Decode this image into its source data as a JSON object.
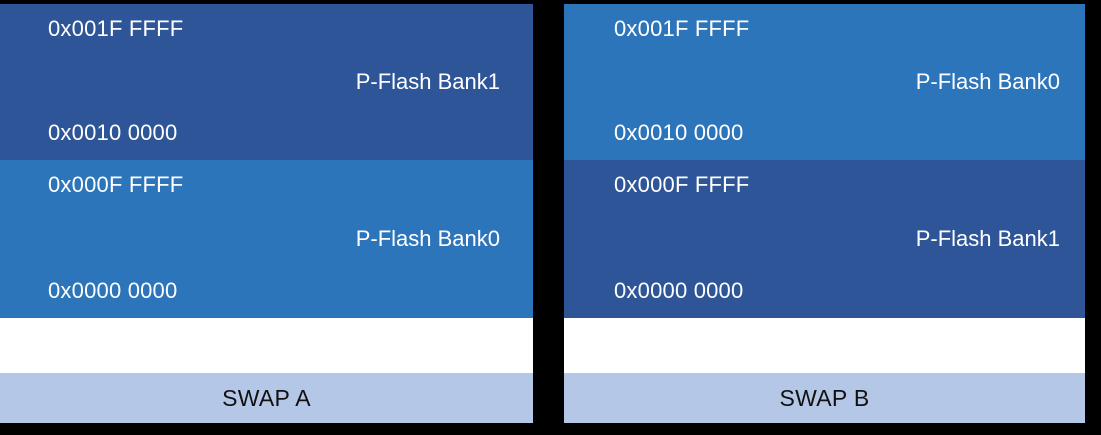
{
  "diagram": {
    "title_hidden": "",
    "colors": {
      "background": "#000000",
      "bank_dark_blue": "#2e5597",
      "bank_light_blue": "#2d75bb",
      "swap_bar": "#b4c7e7",
      "gap_white": "#ffffff",
      "address_text": "#ffffff",
      "swap_text": "#111111"
    },
    "panels": [
      {
        "id": "swap-a",
        "swap_label": "SWAP A",
        "blocks": [
          {
            "name": "P-Flash Bank1",
            "top_address": "0x001F FFFF",
            "bottom_address": "0x0010 0000",
            "color": "#2e5597"
          },
          {
            "name": "P-Flash Bank0",
            "top_address": "0x000F FFFF",
            "bottom_address": "0x0000 0000",
            "color": "#2d75bb"
          }
        ]
      },
      {
        "id": "swap-b",
        "swap_label": "SWAP B",
        "blocks": [
          {
            "name": "P-Flash Bank0",
            "top_address": "0x001F FFFF",
            "bottom_address": "0x0010 0000",
            "color": "#2d75bb"
          },
          {
            "name": "P-Flash Bank1",
            "top_address": "0x000F FFFF",
            "bottom_address": "0x0000 0000",
            "color": "#2e5597"
          }
        ]
      }
    ]
  }
}
